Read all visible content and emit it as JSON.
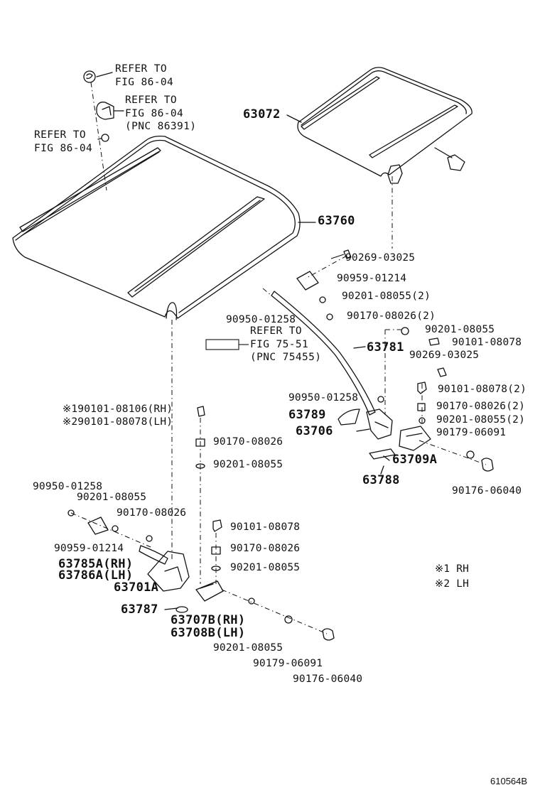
{
  "diagram": {
    "code": "610564B",
    "legend": [
      {
        "mark": "※1",
        "text": "RH"
      },
      {
        "mark": "※2",
        "text": "LH"
      }
    ],
    "refs": {
      "ref1": [
        "REFER TO",
        "FIG 86-04"
      ],
      "ref2": [
        "REFER TO",
        "FIG 86-04",
        "(PNC 86391)"
      ],
      "ref3": [
        "REFER TO",
        "FIG 86-04"
      ],
      "ref4": [
        "REFER TO",
        "FIG 75-51",
        "(PNC 75455)"
      ]
    },
    "parts": {
      "p63072": "63072",
      "p63760": "63760",
      "p90269a": "90269-03025",
      "p90959a": "90959-01214",
      "p90201a": "90201-08055(2)",
      "p90170a": "90170-08026(2)",
      "p90950a": "90950-01258",
      "p90201b": "90201-08055",
      "p90101a": "90101-08078",
      "p63781": "63781",
      "p90269b": "90269-03025",
      "p90101b": "90101-08078(2)",
      "p90950b": "90950-01258",
      "p63789": "63789",
      "p90170b": "90170-08026(2)",
      "p90201c": "90201-08055(2)",
      "p63706": "63706",
      "p90179a": "90179-06091",
      "p63709a": "63709A",
      "p63788": "63788",
      "p90176a": "90176-06040",
      "p90101c": "※190101-08106(RH)",
      "p90101d": "※290101-08078(LH)",
      "p90170c": "90170-08026",
      "p90201d": "90201-08055",
      "p90950c": "90950-01258",
      "p90201e": "90201-08055",
      "p90170d": "90170-08026",
      "p90101e": "90101-08078",
      "p90959b": "90959-01214",
      "p90170e": "90170-08026",
      "p63785a": "63785A(RH)",
      "p63786a": "63786A(LH)",
      "p90201f": "90201-08055",
      "p63701a": "63701A",
      "p63787": "63787",
      "p63707b": "63707B(RH)",
      "p63708b": "63708B(LH)",
      "p90201g": "90201-08055",
      "p90179b": "90179-06091",
      "p90176b": "90176-06040"
    }
  }
}
